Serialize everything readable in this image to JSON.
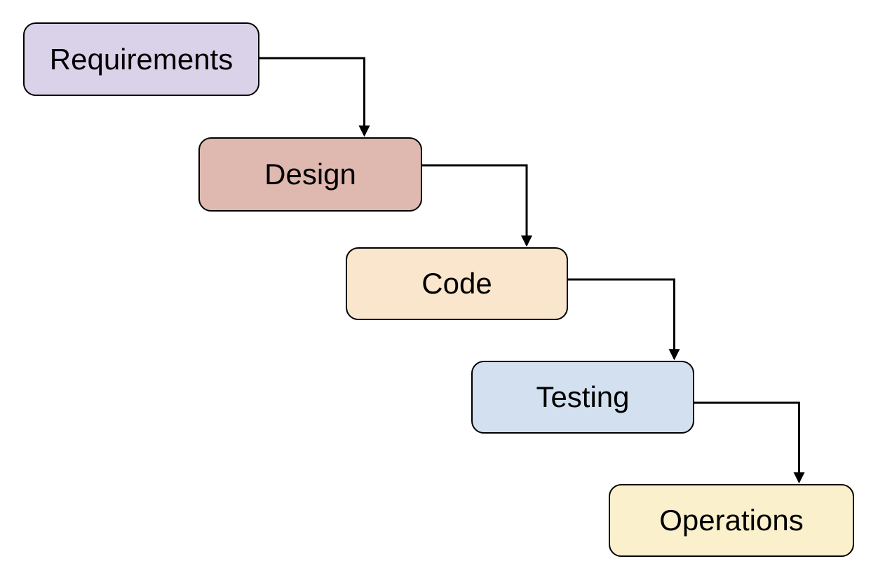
{
  "diagram": {
    "type": "waterfall-model-flowchart",
    "nodes": [
      {
        "id": "requirements",
        "label": "Requirements",
        "fill": "#D9D2E9"
      },
      {
        "id": "design",
        "label": "Design",
        "fill": "#DFB8B0"
      },
      {
        "id": "code",
        "label": "Code",
        "fill": "#FAE5CD"
      },
      {
        "id": "testing",
        "label": "Testing",
        "fill": "#D2E0F0"
      },
      {
        "id": "operations",
        "label": "Operations",
        "fill": "#FBF0CC"
      }
    ],
    "edges": [
      {
        "from": "Requirements",
        "to": "Design",
        "style": "elbow-right-down-arrow"
      },
      {
        "from": "Design",
        "to": "Code",
        "style": "elbow-right-down-arrow"
      },
      {
        "from": "Code",
        "to": "Testing",
        "style": "elbow-right-down-arrow"
      },
      {
        "from": "Testing",
        "to": "Operations",
        "style": "elbow-right-down-arrow"
      }
    ],
    "colors": {
      "line": "#000000",
      "border": "#000000",
      "text": "#000000",
      "background": "#FFFFFF"
    }
  }
}
